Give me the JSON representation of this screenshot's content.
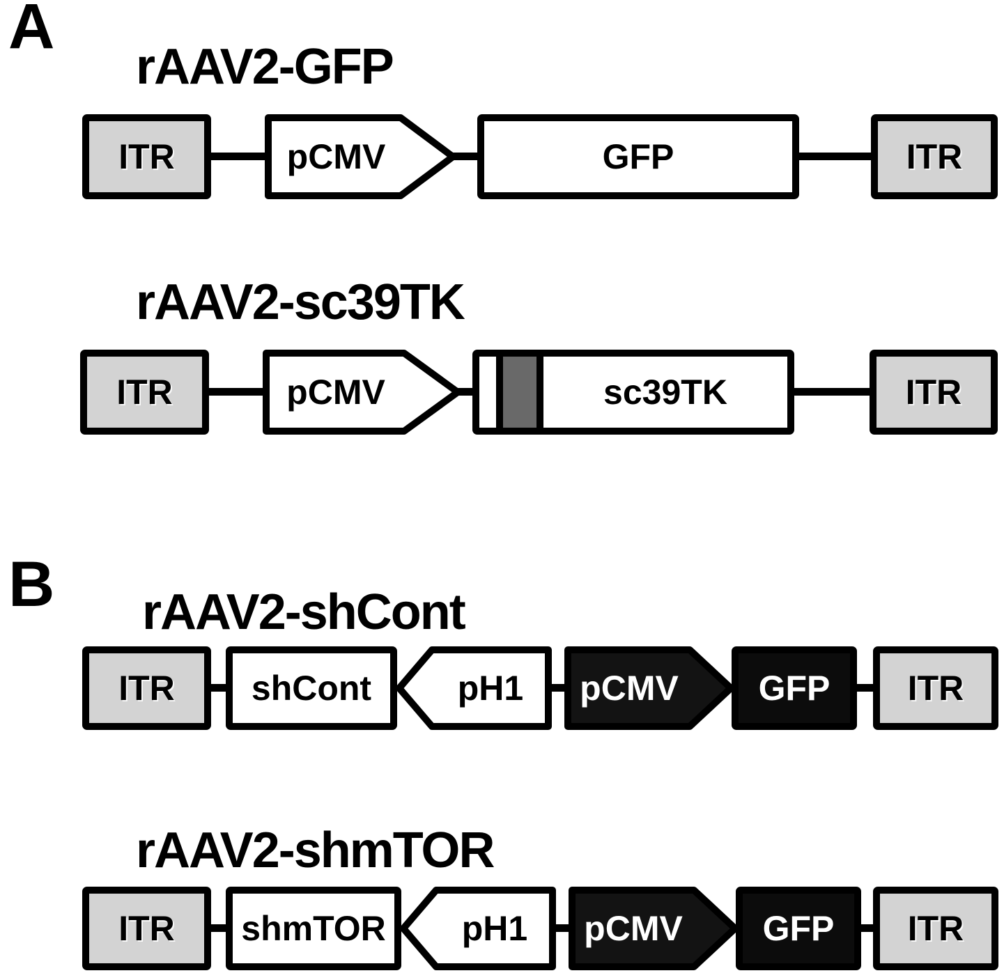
{
  "figure": {
    "background": "#ffffff",
    "colors": {
      "itr_fill": "#d3d3d3",
      "white_element_fill": "#ffffff",
      "black_element_fill": "#0c0c0c",
      "gray_segment_fill": "#696969",
      "border": "#000000",
      "text_dark": "#000000",
      "text_light": "#ffffff"
    },
    "panel_a": {
      "label": "A",
      "construct_1": {
        "title": "rAAV2-GFP",
        "itr_left": "ITR",
        "promoter": "pCMV",
        "gene": "GFP",
        "itr_right": "ITR"
      },
      "construct_2": {
        "title": "rAAV2-sc39TK",
        "itr_left": "ITR",
        "promoter": "pCMV",
        "gene": "sc39TK",
        "itr_right": "ITR"
      }
    },
    "panel_b": {
      "label": "B",
      "construct_1": {
        "title": "rAAV2-shCont",
        "itr_left": "ITR",
        "shrna": "shCont",
        "promoter_h1": "pH1",
        "promoter_cmv": "pCMV",
        "reporter": "GFP",
        "itr_right": "ITR"
      },
      "construct_2": {
        "title": "rAAV2-shmTOR",
        "itr_left": "ITR",
        "shrna": "shmTOR",
        "promoter_h1": "pH1",
        "promoter_cmv": "pCMV",
        "reporter": "GFP",
        "itr_right": "ITR"
      }
    }
  }
}
